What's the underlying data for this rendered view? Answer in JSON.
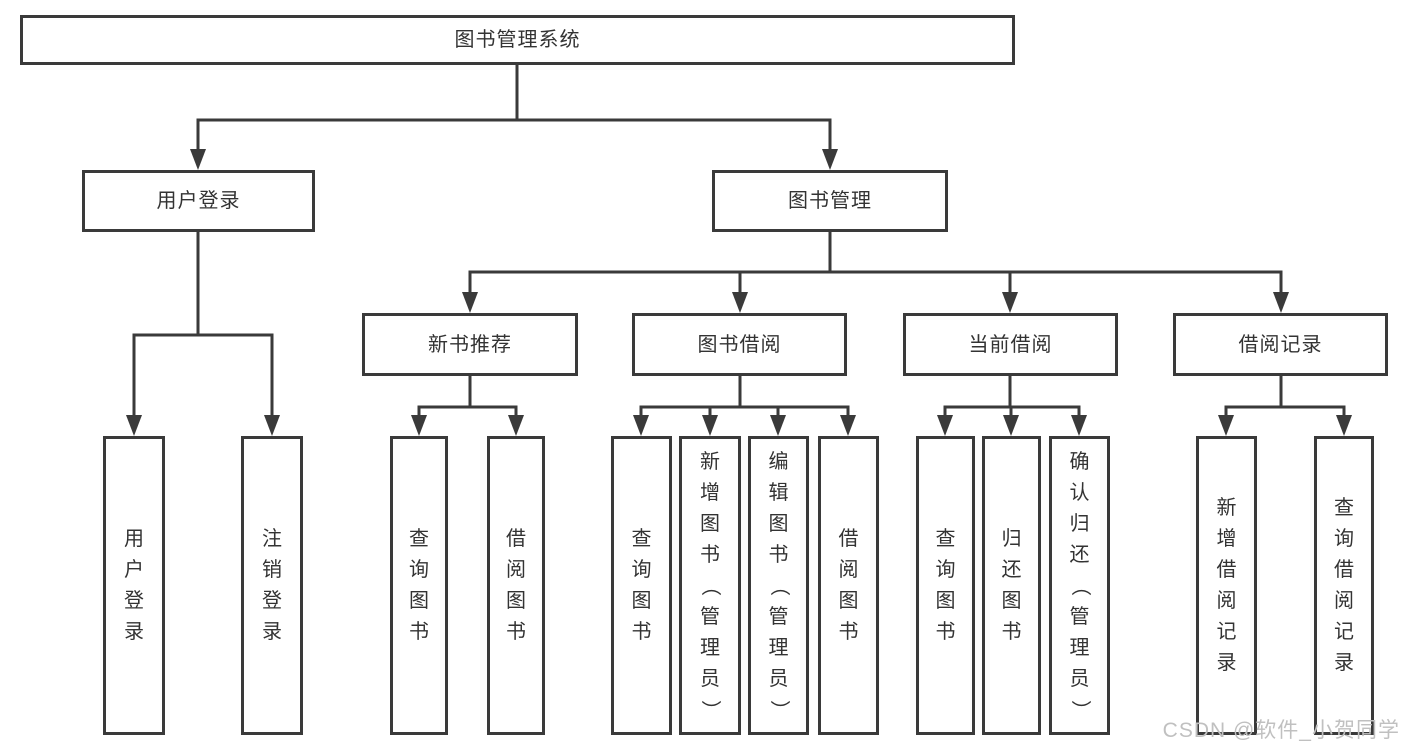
{
  "diagram_type": "hierarchy-diagram",
  "tree": {
    "label": "图书管理系统",
    "children": [
      {
        "label": "用户登录",
        "children": [
          {
            "label": "用户登录"
          },
          {
            "label": "注销登录"
          }
        ]
      },
      {
        "label": "图书管理",
        "children": [
          {
            "label": "新书推荐",
            "children": [
              {
                "label": "查询图书"
              },
              {
                "label": "借阅图书"
              }
            ]
          },
          {
            "label": "图书借阅",
            "children": [
              {
                "label": "查询图书"
              },
              {
                "label": "新增图书（管理员）"
              },
              {
                "label": "编辑图书（管理员）"
              },
              {
                "label": "借阅图书"
              }
            ]
          },
          {
            "label": "当前借阅",
            "children": [
              {
                "label": "查询图书"
              },
              {
                "label": "归还图书"
              },
              {
                "label": "确认归还（管理员）"
              }
            ]
          },
          {
            "label": "借阅记录",
            "children": [
              {
                "label": "新增借阅记录"
              },
              {
                "label": "查询借阅记录"
              }
            ]
          }
        ]
      }
    ]
  },
  "watermark": {
    "text": "CSDN @软件_小贺同学"
  },
  "colors": {
    "line": "#3a3a3a",
    "text": "#333333",
    "background": "#ffffff",
    "watermark": "#c0c0c0"
  }
}
